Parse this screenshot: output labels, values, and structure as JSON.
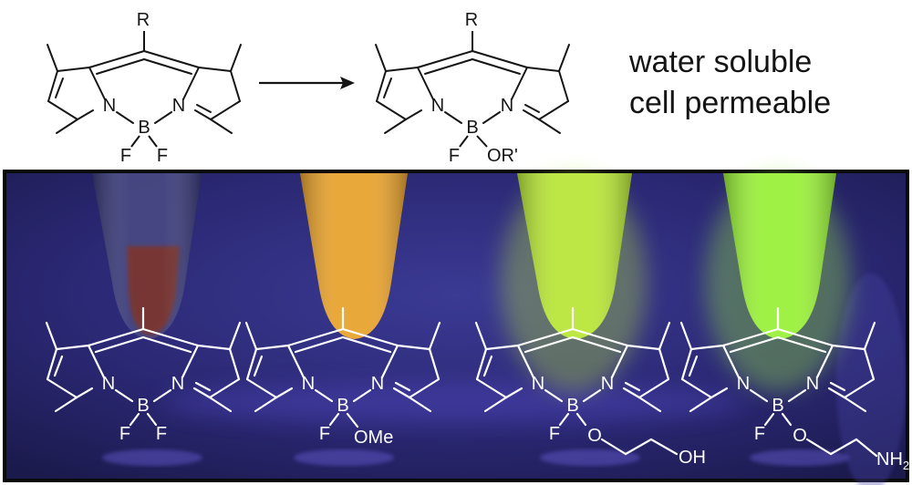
{
  "reaction": {
    "reactant": {
      "substituent": "R",
      "atoms": {
        "n1": "N",
        "b": "B",
        "n2": "N",
        "f1": "F",
        "f2": "F"
      }
    },
    "product": {
      "substituent": "R",
      "atoms": {
        "n1": "N",
        "b": "B",
        "n2": "N",
        "f1": "F",
        "or": "OR'"
      }
    },
    "properties": [
      "water soluble",
      "cell permeable"
    ]
  },
  "photo": {
    "tube_colors": [
      "#7a2a1e",
      "#e8a330",
      "#b9e63a",
      "#9bf03c"
    ],
    "background_color": "#262366",
    "compounds": [
      {
        "atoms": {
          "n1": "N",
          "b": "B",
          "n2": "N",
          "f1": "F",
          "sub": "F"
        }
      },
      {
        "atoms": {
          "n1": "N",
          "b": "B",
          "n2": "N",
          "f1": "F",
          "sub": "OMe"
        }
      },
      {
        "atoms": {
          "n1": "N",
          "b": "B",
          "n2": "N",
          "f1": "F",
          "o": "O",
          "end": "OH"
        }
      },
      {
        "atoms": {
          "n1": "N",
          "b": "B",
          "n2": "N",
          "f1": "F",
          "o": "O",
          "end": "NH",
          "end_sub": "2"
        }
      }
    ]
  }
}
